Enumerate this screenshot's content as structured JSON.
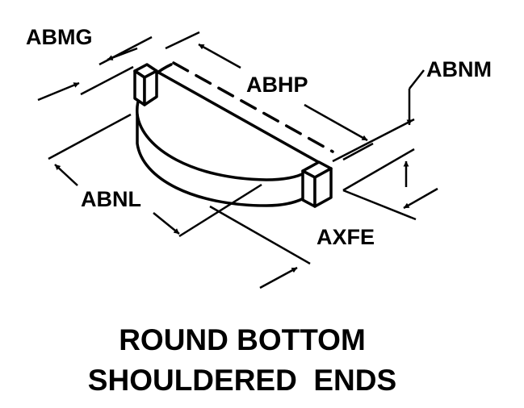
{
  "diagram": {
    "labels": {
      "abmg": "ABMG",
      "abhp": "ABHP",
      "abnm": "ABNM",
      "abnl": "ABNL",
      "axfe": "AXFE"
    },
    "caption": {
      "line1": "ROUND BOTTOM",
      "line2": "SHOULDERED  ENDS"
    },
    "colors": {
      "ink": "#000000",
      "background": "#ffffff"
    }
  }
}
